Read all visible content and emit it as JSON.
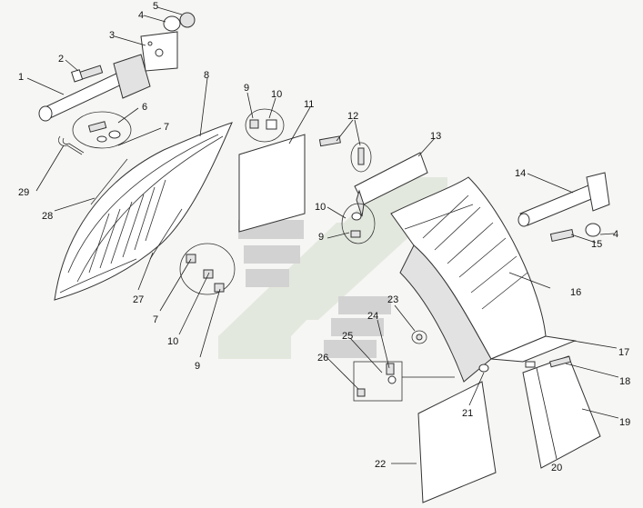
{
  "callouts": {
    "c1": "1",
    "c2": "2",
    "c3": "3",
    "c4a": "4",
    "c4b": "4",
    "c5": "5",
    "c6": "6",
    "c7a": "7",
    "c7b": "7",
    "c8": "8",
    "c9a": "9",
    "c9b": "9",
    "c9c": "9",
    "c10a": "10",
    "c10b": "10",
    "c10c": "10",
    "c11": "11",
    "c12": "12",
    "c13": "13",
    "c14": "14",
    "c15": "15",
    "c16": "16",
    "c17": "17",
    "c18": "18",
    "c19": "19",
    "c20": "20",
    "c21": "21",
    "c22": "22",
    "c23": "23",
    "c24": "24",
    "c25": "25",
    "c26": "26",
    "c27": "27",
    "c28": "28",
    "c29": "29"
  },
  "colors": {
    "watermark_bar": "#d0d0d0",
    "watermark_chevron": "#e0e6dc",
    "line": "#333333"
  }
}
